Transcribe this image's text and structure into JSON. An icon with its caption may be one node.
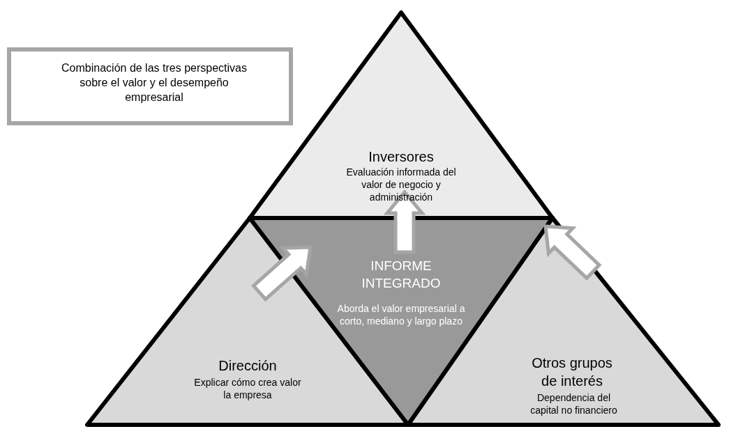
{
  "diagram": {
    "nodes": [
      {
        "text": [
          "Combinación de las tres perspectivas sobre el valor y el desempeño empresarial"
        ]
      },
      {
        "text": [
          "Inversores",
          "Evaluación informada del valor de negocio y administración"
        ]
      },
      {
        "text": [
          "Dirección",
          "Explicar cómo crea valor la empresa"
        ]
      },
      {
        "text": [
          "INFORME INTEGRADO",
          "Aborda el valor empresarial a corto, mediano y largo plazo"
        ]
      },
      {
        "text": [
          "Otros grupos de interés",
          "Dependencia del capital no financiero"
        ]
      }
    ],
    "edges": [
      {
        "from": 2,
        "to": 3,
        "arrow": "to"
      },
      {
        "from": 3,
        "to": 1,
        "arrow": "to"
      },
      {
        "from": 4,
        "to": 3,
        "arrow": "to"
      }
    ]
  }
}
